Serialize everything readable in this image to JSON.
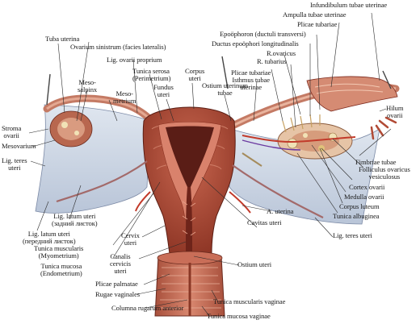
{
  "labels": {
    "tuba_uterina": "Tuba uterina",
    "ovarium_sinistrum": "Ovarium sinistrum (facies lateralis)",
    "lig_ovarii_proprium": "Lig. ovarii proprium",
    "mesosalpinx_1": "Meso-",
    "mesosalpinx_2": "salpinx",
    "mesometrium_1": "Meso-",
    "mesometrium_2": "metrium",
    "tunica_serosa_1": "Tunica serosa",
    "tunica_serosa_2": "(Perimetrium)",
    "fundus_1": "Fundus",
    "fundus_2": "uteri",
    "corpus_1": "Corpus",
    "corpus_2": "uteri",
    "ostium_uterinum_1": "Ostium uterinum",
    "ostium_uterinum_2": "tubae",
    "isthmus_1": "Isthmus tubae",
    "isthmus_2": "uterinae",
    "plicae_tubariae_small": "Plicae tubariae",
    "r_tubarius": "R. tubarius",
    "r_ovaricus": "R.ovaricus",
    "ductus_epoophori": "Ductus epoöphori longitudinalis",
    "epoophoron": "Epoöphoron (ductuli transversi)",
    "plicae_tubariae": "Plicae tubariae",
    "ampulla": "Ampulla tubae uterinae",
    "infundibulum": "Infundibulum tubae uterinae",
    "hilum_1": "Hilum",
    "hilum_2": "ovarii",
    "stroma_1": "Stroma",
    "stroma_2": "ovarii",
    "mesovarium": "Mesovarium",
    "lig_teres_left_1": "Lig. teres",
    "lig_teres_left_2": "uteri",
    "fimbriae": "Fimbriae tubae",
    "folliculus_1": "Folliculus ovaricus",
    "folliculus_2": "vesiculosus",
    "cortex": "Cortex ovarii",
    "medulla": "Medulla ovarii",
    "corpus_luteum": "Corpus luteum",
    "tunica_albuginea": "Tunica albuginea",
    "lig_latum_post_1": "Lig. latum uteri",
    "lig_latum_post_2": "(задний листок)",
    "lig_latum_ant_1": "Lig. latum uteri",
    "lig_latum_ant_2": "(передний листок)",
    "tunica_muscularis_1": "Tunica muscularis",
    "tunica_muscularis_2": "(Myometrium)",
    "tunica_mucosa_1": "Tunica mucosa",
    "tunica_mucosa_2": "(Endometrium)",
    "cervix_1": "Cervix",
    "cervix_2": "uteri",
    "canalis_1": "Canalis",
    "canalis_2": "cervicis",
    "canalis_3": "uteri",
    "a_uterina": "A. uterina",
    "cavitas": "Cavitas uteri",
    "lig_teres_right": "Lig. teres uteri",
    "ostium_uteri": "Ostium uteri",
    "plicae_palmatae": "Plicae palmatae",
    "rugae": "Rugae vaginales",
    "columna": "Columna rugarum anterior",
    "tunica_musc_vag": "Tunica muscularis vaginae",
    "tunica_muc_vag": "Tunica mucosa vaginae"
  },
  "colors": {
    "background": "#ffffff",
    "ligament": "#ccd6e4",
    "ligament_edge": "#7c8aa6",
    "muscle": "#b6503c",
    "muscle_dark": "#7d2a1e",
    "mucosa": "#d9826c",
    "cavity": "#5a1d16",
    "vessel": "#c23a2a",
    "vagina": "#c96e58",
    "ovary": "#e6c4a6",
    "follicle": "#f1e2b6",
    "leader_line": "#2b2b2b"
  }
}
